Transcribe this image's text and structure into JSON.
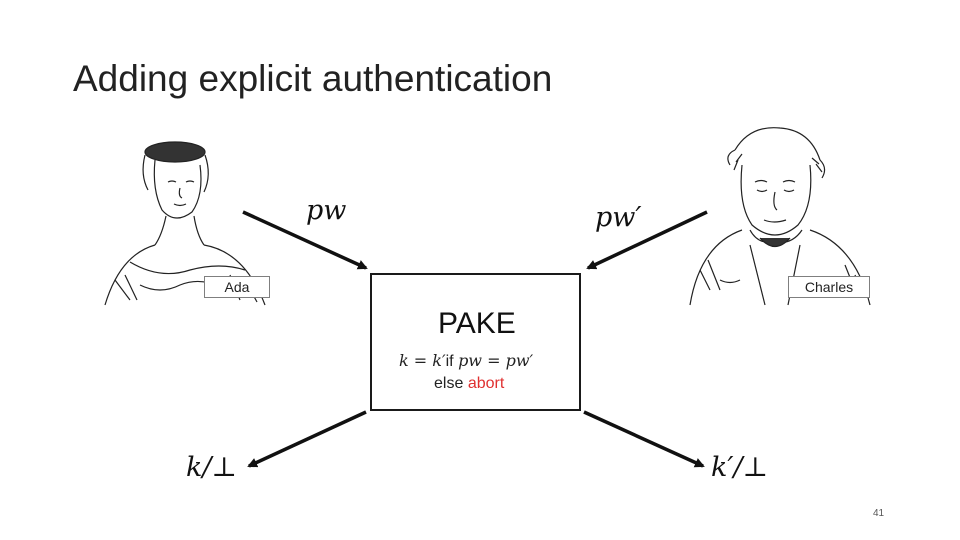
{
  "slide": {
    "title": "Adding explicit authentication",
    "page_number": "41"
  },
  "parties": {
    "left": {
      "name": "Ada",
      "input": "pw",
      "output": "k/⊥"
    },
    "right": {
      "name": "Charles",
      "input": "pw′",
      "output": "k′/⊥"
    }
  },
  "pake": {
    "title": "PAKE",
    "cond_lhs": "k = k′",
    "cond_if": "if",
    "cond_rhs": "pw = pw′",
    "else_text": "else",
    "abort_text": "abort"
  },
  "colors": {
    "abort": "#e03030",
    "arrow": "#111111"
  }
}
